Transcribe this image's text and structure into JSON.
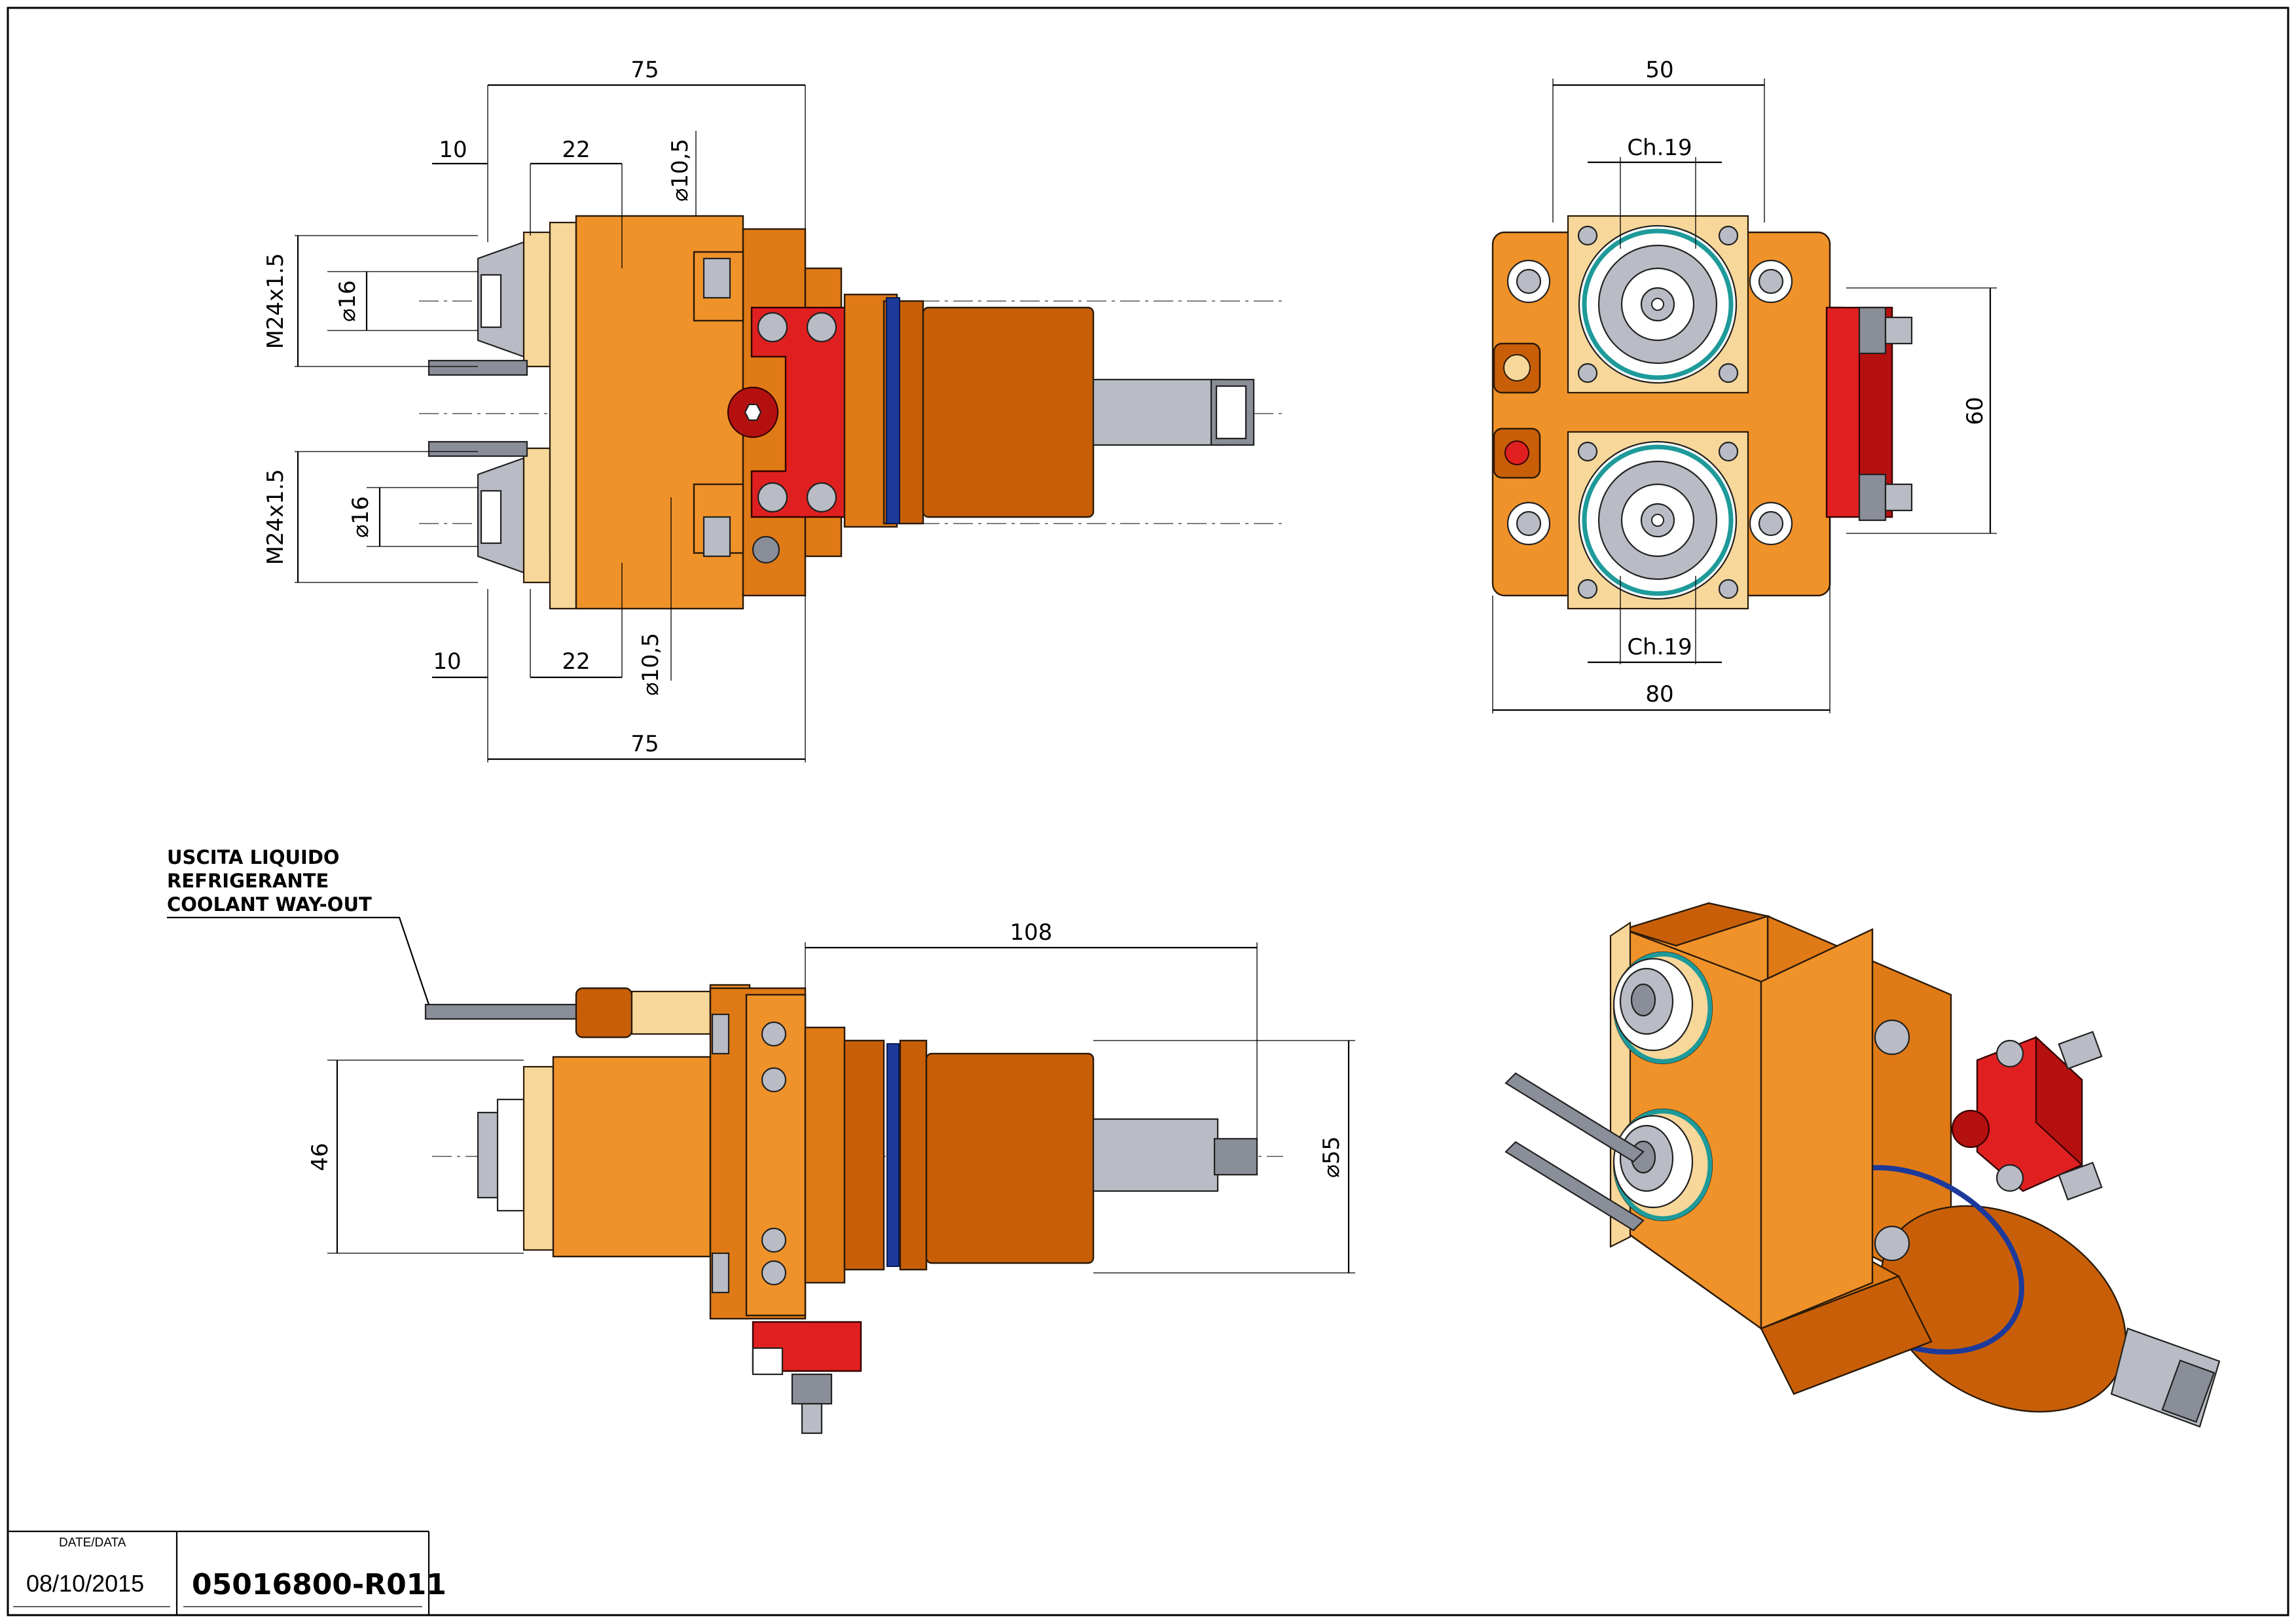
{
  "dimensions": {
    "top_view": {
      "overall_length_top": "75",
      "offset_top": "10",
      "offset_mid_top": "22",
      "diameter_top": "⌀10,5",
      "thread_top": "M24x1.5",
      "collet_diameter_top": "⌀16",
      "thread_bottom": "M24x1.5",
      "collet_diameter_bottom": "⌀16",
      "offset_bottom": "10",
      "offset_mid_bottom": "22",
      "diameter_bottom": "⌀10,5",
      "overall_length_bottom": "75"
    },
    "front_view": {
      "width_top": "50",
      "wrench_top": "Ch.19",
      "height_right": "60",
      "wrench_bottom": "Ch.19",
      "width_bottom": "80"
    },
    "side_view": {
      "length": "108",
      "height_left": "46",
      "diameter_right": "⌀55"
    }
  },
  "coolant_note": {
    "line1": "USCITA LIQUIDO",
    "line2": "REFRIGERANTE",
    "line3": "COOLANT WAY-OUT"
  },
  "title_block": {
    "date_label": "DATE/DATA",
    "date_value": "08/10/2015",
    "code": "05016800-R011"
  },
  "colors": {
    "body_orange": "#f0922a",
    "dark_orange": "#c85f08",
    "light_face": "#f7d79a",
    "red_part": "#e02020",
    "steel": "#b9bcc4",
    "oring_blue": "#1d3a9a",
    "oring_teal": "#1e9a9a"
  }
}
